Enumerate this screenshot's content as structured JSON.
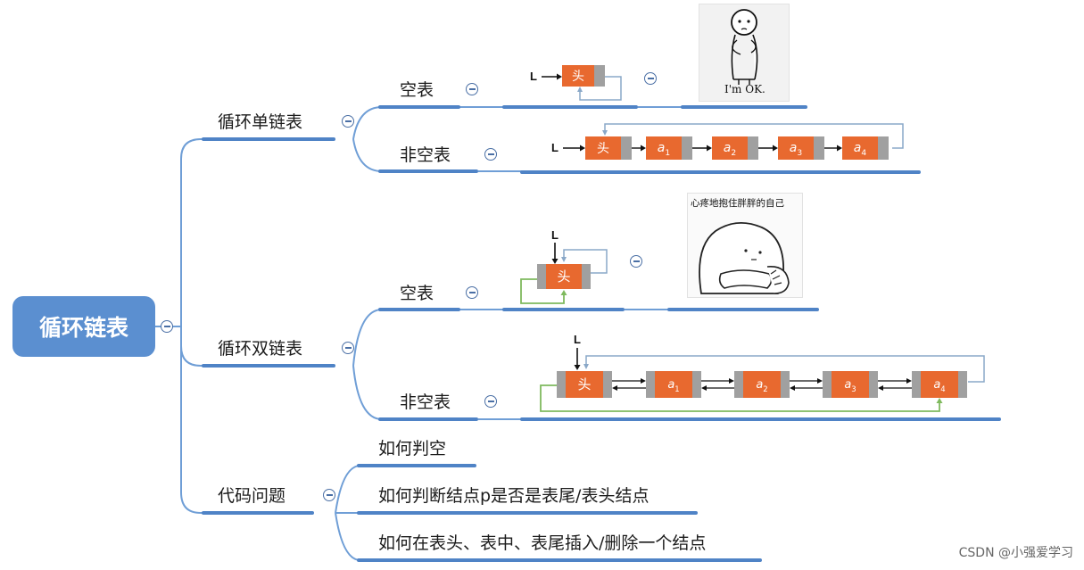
{
  "root": {
    "label": "循环链表"
  },
  "branches": {
    "singly": {
      "label": "循环单链表",
      "empty": {
        "label": "空表"
      },
      "nonempty": {
        "label": "非空表"
      }
    },
    "doubly": {
      "label": "循环双链表",
      "empty": {
        "label": "空表"
      },
      "nonempty": {
        "label": "非空表"
      }
    },
    "code": {
      "label": "代码问题",
      "items": [
        {
          "label": "如何判空"
        },
        {
          "label": "如何判断结点p是否是表尾/表头结点"
        },
        {
          "label": "如何在表头、表中、表尾插入/删除一个结点"
        }
      ]
    }
  },
  "diagram_labels": {
    "pointer": "L",
    "head": "头",
    "nodes": [
      "a",
      "a",
      "a",
      "a"
    ],
    "subscripts": [
      "1",
      "2",
      "3",
      "4"
    ]
  },
  "memes": {
    "ok": {
      "caption": "I'm OK."
    },
    "hug": {
      "caption": "心疼地抱住胖胖的自己"
    }
  },
  "watermark": "CSDN @小强爱学习",
  "colors": {
    "line": "#6f9ed6",
    "underline": "#4f83c6",
    "root_fill": "#5b8fd0",
    "node_fill": "#e8692f",
    "node_pointer": "#a0a0a0",
    "green_link": "#7fba5e",
    "back_link": "#8aa8c8"
  }
}
